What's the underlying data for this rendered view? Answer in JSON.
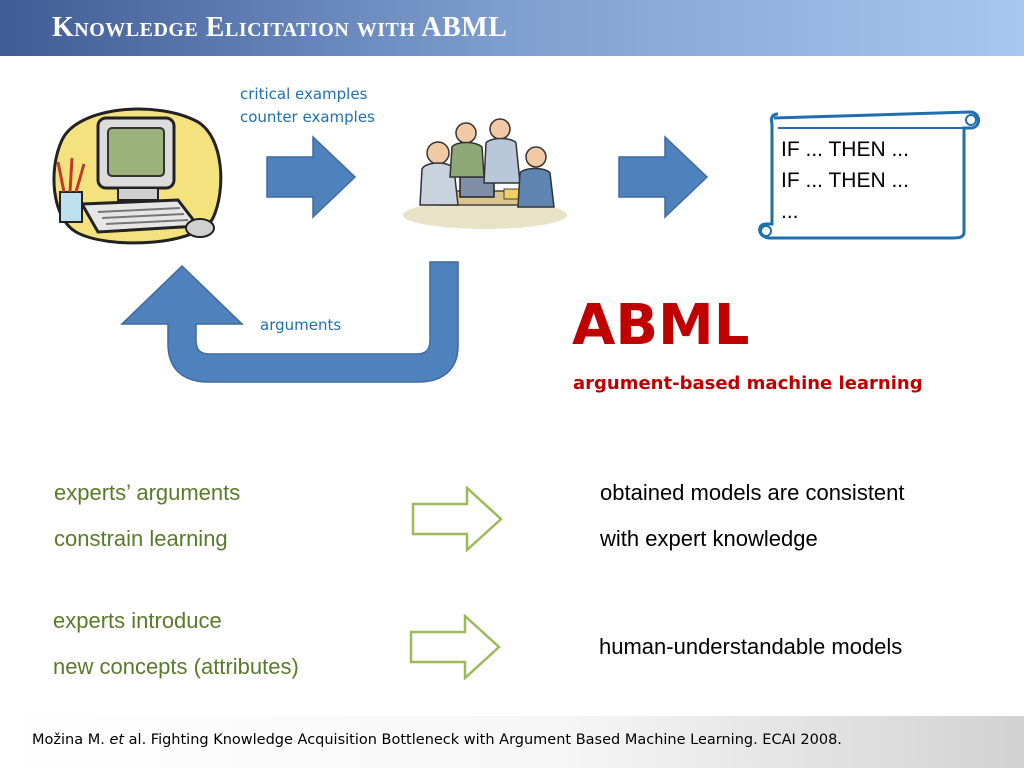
{
  "slide": {
    "title": "Knowledge Elicitation with ABML"
  },
  "diagram": {
    "caption_critical": "critical examples",
    "caption_counter": "counter examples",
    "caption_arguments": "arguments",
    "rules": [
      "IF ... THEN ...",
      "IF ... THEN ...",
      "..."
    ]
  },
  "abml": {
    "heading": "ABML",
    "subheading": "argument-based machine learning"
  },
  "points": [
    {
      "left": [
        "experts’ arguments",
        "constrain learning"
      ],
      "right": [
        "obtained models are consistent",
        "with expert knowledge"
      ]
    },
    {
      "left": [
        "experts introduce",
        "new concepts (attributes)"
      ],
      "right": [
        "human-understandable models"
      ]
    }
  ],
  "footer": {
    "authors": "Možina M. ",
    "et": "et",
    "rest": " al. Fighting Knowledge Acquisition Bottleneck with Argument Based Machine Learning. ECAI 2008."
  },
  "icons": [
    "computer-clipart-icon",
    "experts-group-clipart-icon",
    "scroll-icon"
  ],
  "colors": {
    "title_bar_start": "#3f5c94",
    "title_bar_end": "#a9c6f0",
    "arrow_blue": "#4f81bd",
    "arrow_green": "#9bbb59",
    "abml_red": "#c00000",
    "caption_blue": "#1f6fb0",
    "point_green": "#5a7a2a"
  }
}
